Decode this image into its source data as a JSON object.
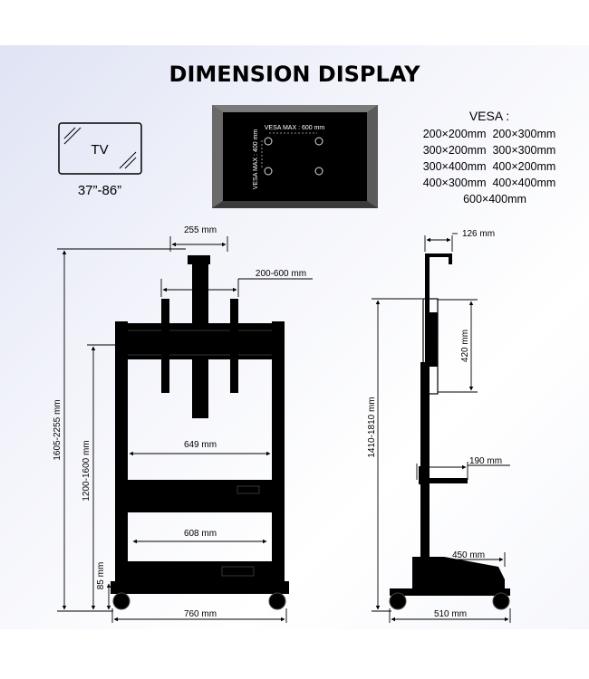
{
  "title": "DIMENSION DISPLAY",
  "tv": {
    "label": "TV",
    "size_range": "37”-86”"
  },
  "vesa_plate": {
    "max_h": "VESA MAX : 600 mm",
    "max_v": "VESA MAX : 400 mm"
  },
  "vesa_list": {
    "heading": "VESA :",
    "row1": "200×200mm  200×300mm",
    "row2": "300×200mm  300×300mm",
    "row3": "300×400mm  400×200mm",
    "row4": "400×300mm  400×400mm",
    "row5": "600×400mm"
  },
  "front": {
    "top_width": "255 mm",
    "arm_range": "200-600 mm",
    "total_height": "1605-2255 mm",
    "beam_height": "1200-1600 mm",
    "shelf_width": "649 mm",
    "lower_width": "608 mm",
    "base_height": "85 mm",
    "base_width": "760 mm"
  },
  "side": {
    "top_depth": "126 mm",
    "bracket_height": "420 mm",
    "total_height": "1410-1810 mm",
    "shelf_depth": "190 mm",
    "cabinet_depth": "450 mm",
    "base_depth": "510 mm"
  }
}
